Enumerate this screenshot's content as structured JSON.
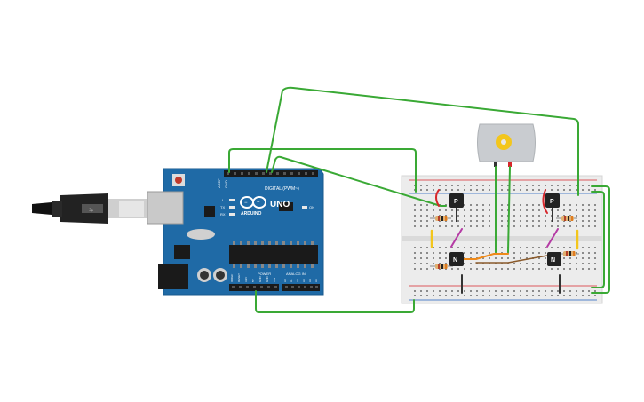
{
  "arduino": {
    "brand": "ARDUINO",
    "model": "UNO",
    "digital_label": "DIGITAL (PWM~)",
    "power_label": "POWER",
    "analog_label": "ANALOG IN",
    "aref_label": "AREF",
    "gnd_label": "GND",
    "tx_label": "TX",
    "rx_label": "RX",
    "on_label": "ON",
    "l_label": "L",
    "analog_pins": [
      "A0",
      "A1",
      "A2",
      "A3",
      "A4",
      "A5"
    ],
    "power_pins": [
      "IOREF",
      "RESET",
      "3.3V",
      "5V",
      "GND",
      "GND",
      "VIN"
    ]
  },
  "transistors": {
    "p_label": "P",
    "n_label": "N"
  },
  "colors": {
    "wire_green": "#3aa935",
    "wire_red": "#d7262b",
    "wire_orange": "#ef8a1a",
    "wire_yellow": "#f3c61c",
    "wire_magenta": "#b53ba5",
    "wire_brown": "#8a5a2b",
    "board_blue": "#1f6aa6",
    "breadboard": "#ececec"
  }
}
